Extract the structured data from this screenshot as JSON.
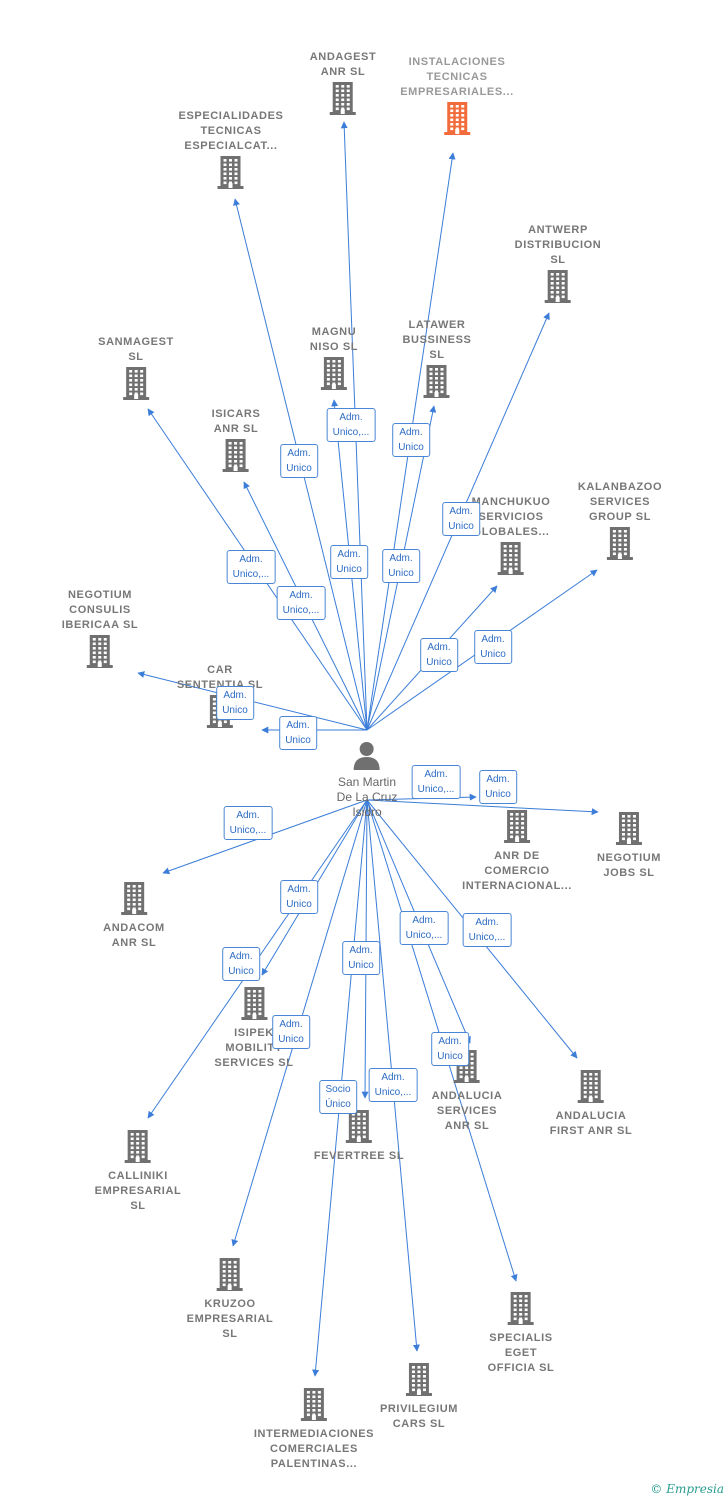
{
  "colors": {
    "edge": "#3b7dd8",
    "building": "#707070",
    "highlight": "#f26b3a",
    "label": "#777777"
  },
  "center": {
    "name": "San Martin\nDe La Cruz\nIsidro",
    "icon": "person-icon"
  },
  "nodes": [
    {
      "id": "andagest",
      "name": "ANDAGEST\nANR SL",
      "icon": "building-icon"
    },
    {
      "id": "instalaciones",
      "name": "INSTALACIONES\nTECNICAS\nEMPRESARIALES...",
      "icon": "building-icon",
      "highlight": true
    },
    {
      "id": "especialidades",
      "name": "ESPECIALIDADES\nTECNICAS\nESPECIALCAT...",
      "icon": "building-icon"
    },
    {
      "id": "antwerp",
      "name": "ANTWERP\nDISTRIBUCION\nSL",
      "icon": "building-icon"
    },
    {
      "id": "sanmagest",
      "name": "SANMAGEST\nSL",
      "icon": "building-icon"
    },
    {
      "id": "magnuniso",
      "name": "MAGNU\nNISO SL",
      "icon": "building-icon"
    },
    {
      "id": "latawer",
      "name": "LATAWER\nBUSSINESS\nSL",
      "icon": "building-icon"
    },
    {
      "id": "isicars",
      "name": "ISICARS\nANR SL",
      "icon": "building-icon"
    },
    {
      "id": "kalanbazoo",
      "name": "KALANBAZOO\nSERVICES\nGROUP SL",
      "icon": "building-icon"
    },
    {
      "id": "manchukuo",
      "name": "MANCHUKUO\nSERVICIOS\nGLOBALES...",
      "icon": "building-icon"
    },
    {
      "id": "negotium_consulis",
      "name": "NEGOTIUM\nCONSULIS\nIBERICAA SL",
      "icon": "building-icon"
    },
    {
      "id": "carsententia",
      "name": "CAR\nSENTENTIA SL",
      "icon": "building-icon"
    },
    {
      "id": "anrcomercio",
      "name": "ANR DE\nCOMERCIO\nINTERNACIONAL...",
      "icon": "building-icon"
    },
    {
      "id": "negotium_jobs",
      "name": "NEGOTIUM\nJOBS SL",
      "icon": "building-icon"
    },
    {
      "id": "andacom",
      "name": "ANDACOM\nANR SL",
      "icon": "building-icon"
    },
    {
      "id": "isipek",
      "name": "ISIPEK\nMOBILITY\nSERVICES SL",
      "icon": "building-icon"
    },
    {
      "id": "andalucia_first",
      "name": "ANDALUCIA\nFIRST ANR SL",
      "icon": "building-icon"
    },
    {
      "id": "andalucia_services",
      "name": "ANDALUCIA\nSERVICES\nANR SL",
      "icon": "building-icon"
    },
    {
      "id": "fevertree",
      "name": "FEVERTREE SL",
      "icon": "building-icon"
    },
    {
      "id": "calliniki",
      "name": "CALLINIKI\nEMPRESARIAL\nSL",
      "icon": "building-icon"
    },
    {
      "id": "kruzoo",
      "name": "KRUZOO\nEMPRESARIAL\nSL",
      "icon": "building-icon"
    },
    {
      "id": "specialis",
      "name": "SPECIALIS\nEGET\nOFFICIA SL",
      "icon": "building-icon"
    },
    {
      "id": "intermediaciones",
      "name": "INTERMEDIACIONES\nCOMERCIALES\nPALENTINAS...",
      "icon": "building-icon"
    },
    {
      "id": "privilegium",
      "name": "PRIVILEGIUM\nCARS SL",
      "icon": "building-icon"
    }
  ],
  "edge_labels": [
    "Adm.\nUnico,...",
    "Adm.\nUnico",
    "Adm.\nUnico",
    "Adm.\nUnico,...",
    "Adm.\nUnico,...",
    "Adm.\nUnico",
    "Adm.\nUnico",
    "Adm.\nUnico",
    "Adm.\nUnico",
    "Adm.\nUnico",
    "Adm.\nUnico",
    "Adm.\nUnico",
    "Adm.\nUnico,...",
    "Adm.\nUnico",
    "Adm.\nUnico,...",
    "Adm.\nUnico",
    "Adm.\nUnico",
    "Adm.\nUnico",
    "Adm.\nUnico",
    "Adm.\nUnico,...",
    "Adm.\nUnico,...",
    "Adm.\nUnico",
    "Socio\nÚnico",
    "Adm.\nUnico,..."
  ],
  "footer": {
    "copyright": "©",
    "brand": "Empresia"
  }
}
